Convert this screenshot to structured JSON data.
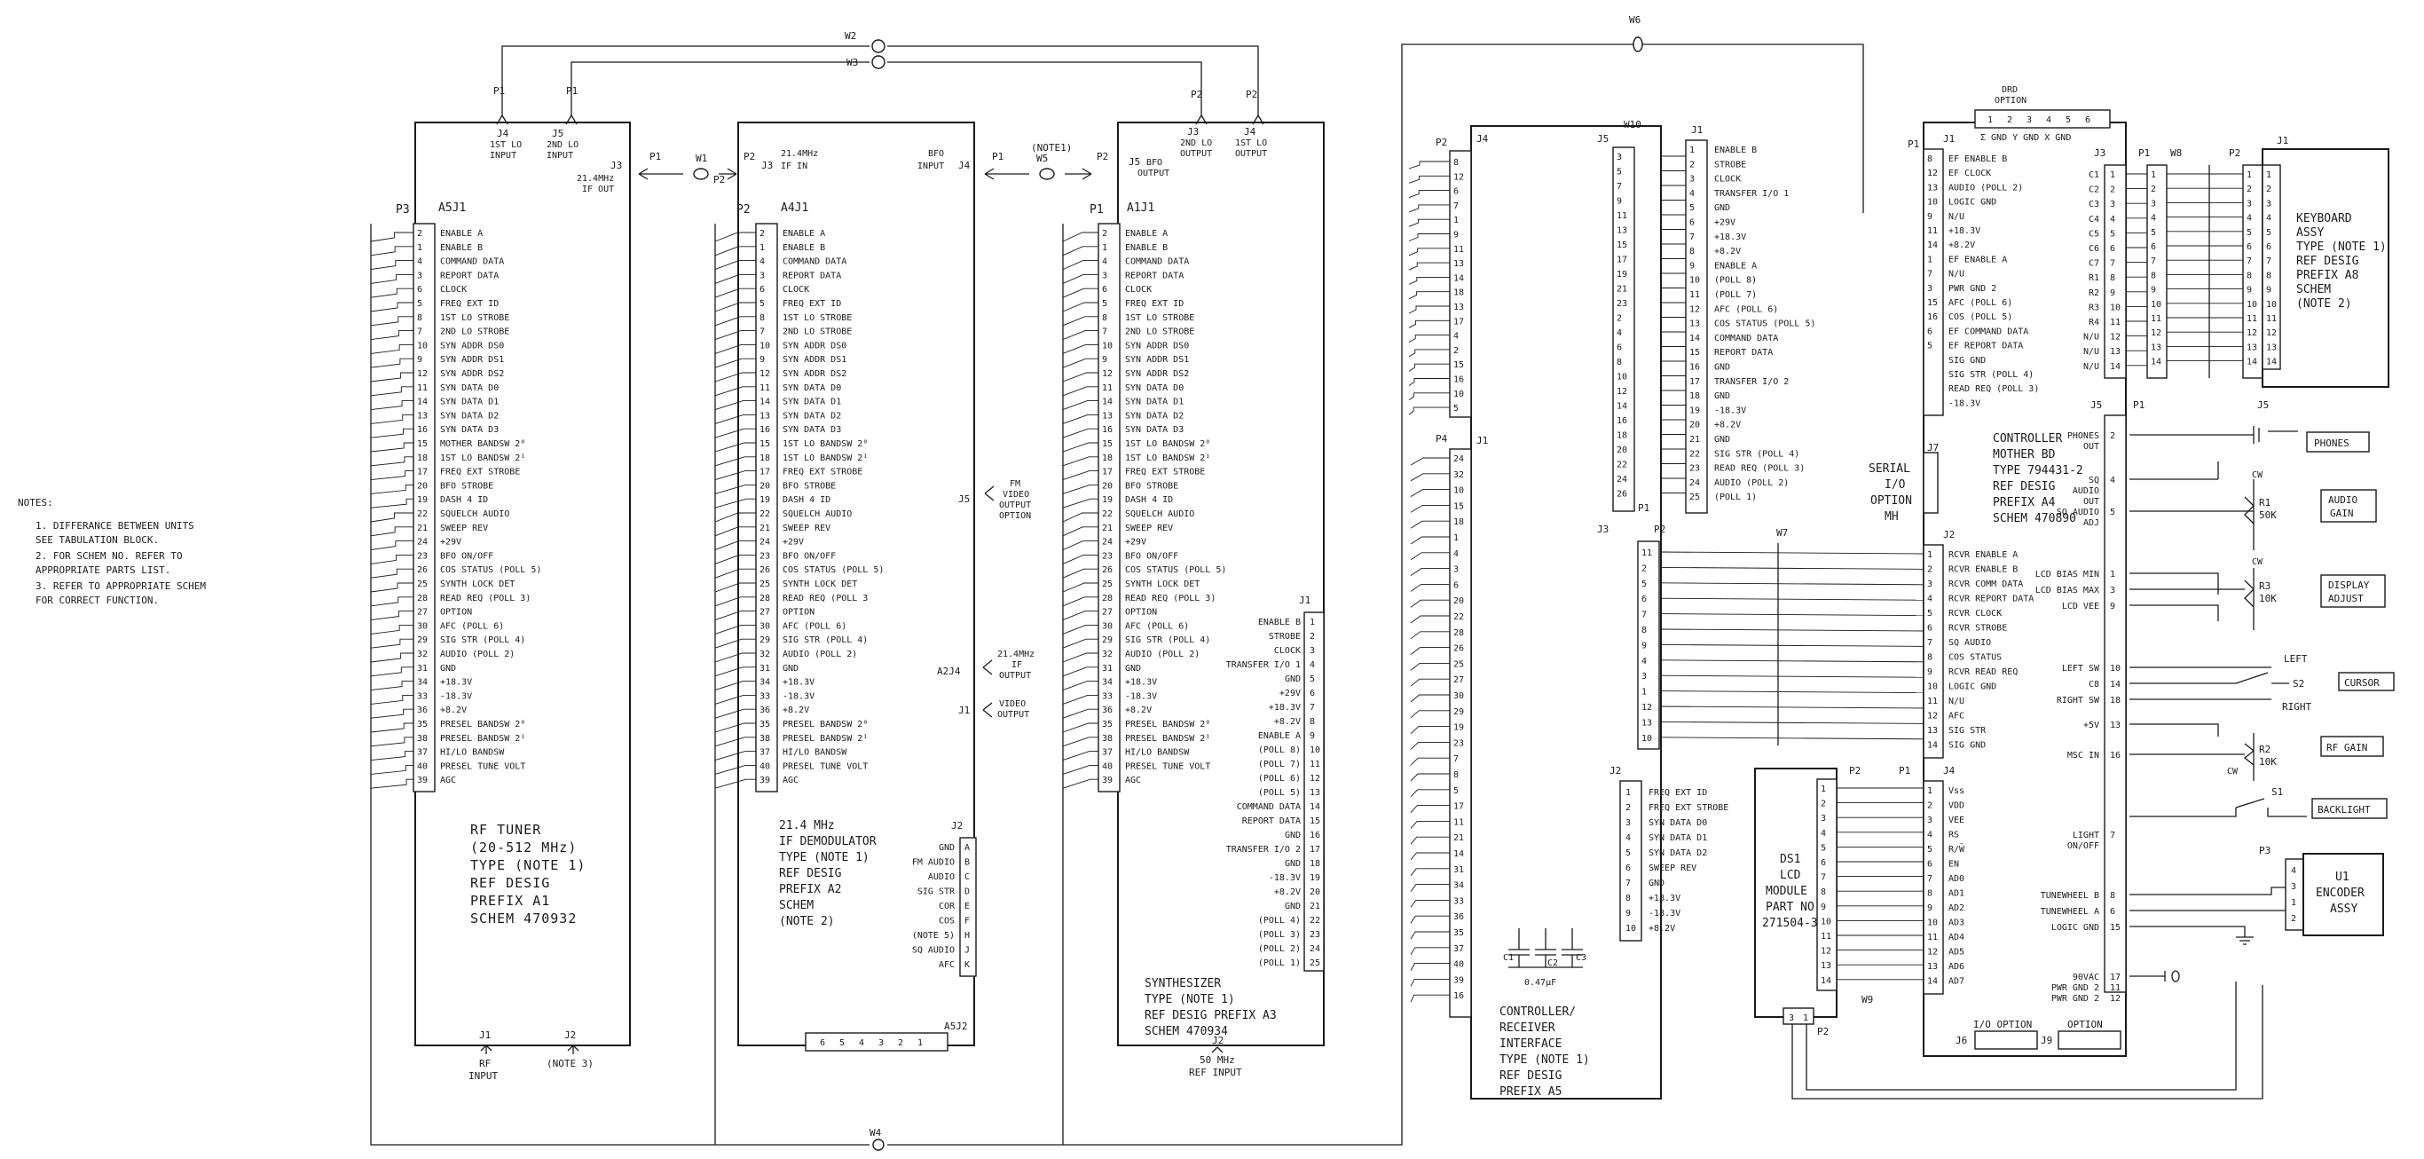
{
  "notes": {
    "heading": "NOTES:",
    "lines": [
      "1. DIFFERANCE BETWEEN UNITS",
      "   SEE TABULATION BLOCK.",
      "2. FOR SCHEM NO. REFER TO",
      "   APPROPRIATE PARTS LIST.",
      "3. REFER TO APPROPRIATE SCHEM",
      "   FOR CORRECT FUNCTION."
    ]
  },
  "wires": {
    "w1": "W1",
    "w2": "W2",
    "w3": "W3",
    "w4": "W4",
    "w5": "W5",
    "w5note": "(NOTE1)",
    "w6": "W6",
    "w7": "W7",
    "w8": "W8",
    "w9": "W9",
    "w10": "W10"
  },
  "rf_tuner": {
    "ref": "A5J1",
    "conn_ref": "P3",
    "top_jacks": [
      {
        "p": "P1",
        "j": "J4",
        "l1": "1ST LO",
        "l2": "INPUT"
      },
      {
        "p": "P1",
        "j": "J5",
        "l1": "2ND LO",
        "l2": "INPUT"
      }
    ],
    "j3": {
      "j": "J3",
      "l1": "21.4MHz",
      "l2": "IF OUT",
      "p": "P1"
    },
    "pins": [
      "2",
      "1",
      "4",
      "3",
      "6",
      "5",
      "8",
      "7",
      "10",
      "9",
      "12",
      "11",
      "14",
      "13",
      "16",
      "15",
      "18",
      "17",
      "20",
      "19",
      "22",
      "21",
      "24",
      "23",
      "26",
      "25",
      "28",
      "27",
      "30",
      "29",
      "32",
      "31",
      "34",
      "33",
      "36",
      "35",
      "38",
      "37",
      "40",
      "39"
    ],
    "signals": [
      "ENABLE A",
      "ENABLE B",
      "COMMAND DATA",
      "REPORT DATA",
      "CLOCK",
      "FREQ EXT ID",
      "1ST LO STROBE",
      "2ND LO STROBE",
      "SYN ADDR DS0",
      "SYN ADDR DS1",
      "SYN ADDR DS2",
      "SYN DATA D0",
      "SYN DATA D1",
      "SYN DATA D2",
      "SYN DATA D3",
      "MOTHER BANDSW 2⁰",
      "1ST LO BANDSW 2¹",
      "FREQ EXT STROBE",
      "BFO STROBE",
      "DASH 4 ID",
      "SQUELCH AUDIO",
      "SWEEP REV",
      "+29V",
      "BFO ON/OFF",
      "COS STATUS (POLL 5)",
      "SYNTH LOCK DET",
      "READ REQ (POLL 3)",
      "OPTION",
      "AFC (POLL 6)",
      "SIG STR (POLL 4)",
      "AUDIO (POLL 2)",
      "GND",
      "+18.3V",
      "-18.3V",
      "+8.2V",
      "PRESEL BANDSW 2⁰",
      "PRESEL BANDSW 2¹",
      "HI/LO BANDSW",
      "PRESEL TUNE VOLT",
      "AGC"
    ],
    "title": [
      "RF TUNER",
      "(20-512 MHz)",
      "TYPE (NOTE 1)",
      "REF DESIG",
      "PREFIX A1",
      "SCHEM 470932"
    ],
    "bottom": {
      "j1": "J1",
      "j1l1": "RF",
      "j1l2": "INPUT",
      "j2": "J2",
      "j2l": "(NOTE 3)"
    }
  },
  "if_demod": {
    "ref": "A4J1",
    "conn_ref": "P2",
    "j3": {
      "p": "P2",
      "j": "J3",
      "l1": "21.4MHz",
      "l2": "IF IN"
    },
    "j4": {
      "l1": "BFO",
      "l2": "INPUT",
      "j": "J4",
      "p": "P1"
    },
    "signals": [
      "ENABLE A",
      "ENABLE B",
      "COMMAND DATA",
      "REPORT DATA",
      "CLOCK",
      "FREQ EXT ID",
      "1ST LO STROBE",
      "2ND LO STROBE",
      "SYN ADDR DS0",
      "SYN ADDR DS1",
      "SYN ADDR DS2",
      "SYN DATA D0",
      "SYN DATA D1",
      "SYN DATA D2",
      "SYN DATA D3",
      "1ST LO BANDSW 2⁰",
      "1ST LO BANDSW 2¹",
      "FREQ EXT STROBE",
      "BFO STROBE",
      "DASH 4 ID",
      "SQUELCH AUDIO",
      "SWEEP REV",
      "+29V",
      "BFO ON/OFF",
      "COS STATUS (POLL 5)",
      "SYNTH LOCK DET",
      "READ REQ (POLL 3",
      "OPTION",
      "AFC (POLL 6)",
      "SIG STR (POLL 4)",
      "AUDIO (POLL 2)",
      "GND",
      "+18.3V",
      "-18.3V",
      "+8.2V",
      "PRESEL BANDSW 2⁰",
      "PRESEL BANDSW 2¹",
      "HI/LO BANDSW",
      "PRESEL TUNE VOLT",
      "AGC"
    ],
    "side_outputs": [
      {
        "j": "J5",
        "l1": "FM",
        "l2": "VIDEO",
        "l3": "OUTPUT",
        "l4": "OPTION"
      },
      {
        "j": "A2J4",
        "l1": "21.4MHz",
        "l2": "IF",
        "l3": "OUTPUT"
      },
      {
        "j": "J1",
        "l1": "VIDEO",
        "l2": "OUTPUT"
      }
    ],
    "title": [
      "21.4 MHz",
      "IF DEMODULATOR",
      "TYPE (NOTE 1)",
      "REF DESIG",
      "PREFIX A2",
      "SCHEM",
      "(NOTE 2)"
    ],
    "j2_ref": "J2",
    "j2_pins": [
      "A",
      "B",
      "C",
      "D",
      "E",
      "F",
      "H",
      "J",
      "K"
    ],
    "j2_labels": [
      "GND",
      "FM AUDIO",
      "AUDIO",
      "SIG STR",
      "COR",
      "COS",
      "(NOTE 5)",
      "SQ AUDIO",
      "AFC"
    ],
    "a5j2_ref": "A5J2",
    "a5j2_pins": [
      "6",
      "5",
      "4",
      "3",
      "2",
      "1"
    ]
  },
  "synth": {
    "ref": "A1J1",
    "conn_ref": "P1",
    "j5": {
      "p": "P2",
      "j": "J5",
      "l1": "BFO",
      "l2": "OUTPUT"
    },
    "top_jacks": [
      {
        "p": "P2",
        "j": "J3",
        "l1": "2ND LO",
        "l2": "OUTPUT"
      },
      {
        "p": "P2",
        "j": "J4",
        "l1": "1ST LO",
        "l2": "OUTPUT"
      }
    ],
    "signals": [
      "ENABLE A",
      "ENABLE B",
      "COMMAND DATA",
      "REPORT DATA",
      "CLOCK",
      "FREQ EXT ID",
      "1ST LO STROBE",
      "2ND LO STROBE",
      "SYN ADDR DS0",
      "SYN ADDR DS1",
      "SYN ADDR DS2",
      "SYN DATA D0",
      "SYN DATA D1",
      "SYN DATA D2",
      "SYN DATA D3",
      "1ST LO BANDSW 2⁰",
      "1ST LO BANDSW 2¹",
      "FREQ EXT STROBE",
      "BFO STROBE",
      "DASH 4 ID",
      "SQUELCH AUDIO",
      "SWEEP REV",
      "+29V",
      "BFO ON/OFF",
      "COS STATUS (POLL 5)",
      "SYNTH LOCK DET",
      "READ REQ (POLL 3)",
      "OPTION",
      "AFC (POLL 6)",
      "SIG STR (POLL 4)",
      "AUDIO (POLL 2)",
      "GND",
      "+18.3V",
      "-18.3V",
      "+8.2V",
      "PRESEL BANDSW 2⁰",
      "PRESEL BANDSW 2¹",
      "HI/LO BANDSW",
      "PRESEL TUNE VOLT",
      "AGC"
    ],
    "j1_ref": "J1",
    "j1_labels": [
      "ENABLE B",
      "STROBE",
      "CLOCK",
      "TRANSFER I/O 1",
      "GND",
      "+29V",
      "+18.3V",
      "+8.2V",
      "ENABLE A",
      "(POLL 8)",
      "(POLL 7)",
      "(POLL 6)",
      "(POLL 5)",
      "COMMAND DATA",
      "REPORT DATA",
      "GND",
      "TRANSFER I/O 2",
      "GND",
      "-18.3V",
      "+8.2V",
      "GND",
      "(POLL 4)",
      "(POLL 3)",
      "(POLL 2)",
      "(POLL 1)"
    ],
    "title": [
      "SYNTHESIZER",
      "TYPE (NOTE 1)",
      "REF DESIG PREFIX A3",
      "SCHEM 470934"
    ],
    "bottom": {
      "j": "J2",
      "l1": "50 MHz",
      "l2": "REF INPUT"
    }
  },
  "interface": {
    "j4": "J4",
    "p2": "P2",
    "j4_pins": [
      "8",
      "12",
      "6",
      "7",
      "1",
      "9",
      "11",
      "13",
      "14",
      "18",
      "13",
      "17",
      "4",
      "2",
      "15",
      "16",
      "10",
      "5"
    ],
    "j1": "J1",
    "p4": "P4",
    "j1_pins": [
      "24",
      "32",
      "10",
      "15",
      "18",
      "1",
      "4",
      "3",
      "6",
      "20",
      "22",
      "28",
      "26",
      "25",
      "27",
      "30",
      "29",
      "19",
      "23",
      "7",
      "8",
      "5",
      "17",
      "11",
      "21",
      "14",
      "31",
      "34",
      "33",
      "36",
      "35",
      "37",
      "40",
      "39",
      "16"
    ],
    "j5": "J5",
    "p1": "P1",
    "j5_pins": [
      "3",
      "5",
      "7",
      "9",
      "11",
      "13",
      "15",
      "17",
      "19",
      "21",
      "23",
      "2",
      "4",
      "6",
      "8",
      "10",
      "12",
      "14",
      "16",
      "18",
      "20",
      "22",
      "24",
      "26"
    ],
    "j1r": "J1",
    "j1r_pins": [
      "1",
      "2",
      "3",
      "4",
      "5",
      "6",
      "7",
      "8",
      "9",
      "10",
      "11",
      "12",
      "13",
      "14",
      "15",
      "16",
      "17",
      "18",
      "19",
      "20",
      "21",
      "22",
      "23",
      "24",
      "25"
    ],
    "j1r_labels": [
      "ENABLE B",
      "STROBE",
      "CLOCK",
      "TRANSFER I/O 1",
      "GND",
      "+29V",
      "+18.3V",
      "+8.2V",
      "ENABLE A",
      "(POLL 8)",
      "(POLL 7)",
      "AFC (POLL 6)",
      "COS STATUS (POLL 5)",
      "COMMAND DATA",
      "REPORT DATA",
      "GND",
      "TRANSFER I/O 2",
      "GND",
      "-18.3V",
      "+8.2V",
      "GND",
      "SIG STR (POLL 4)",
      "READ REQ (POLL 3)",
      "AUDIO (POLL 2)",
      "(POLL 1)"
    ],
    "j3": "J3",
    "p2b": "P2",
    "j3_pins": [
      "11",
      "2",
      "5",
      "6",
      "7",
      "8",
      "9",
      "4",
      "3",
      "1",
      "12",
      "13",
      "10"
    ],
    "j2": "J2",
    "j2_pins": [
      "1",
      "2",
      "3",
      "4",
      "5",
      "6",
      "7",
      "8",
      "9",
      "10"
    ],
    "j2_labels": [
      "FREQ EXT ID",
      "FREQ EXT STROBE",
      "SYN DATA D0",
      "SYN DATA D1",
      "SYN DATA D2",
      "SWEEP REV",
      "GND",
      "+18.3V",
      "-18.3V",
      "+8.2V"
    ],
    "caps": [
      "C1",
      "C2",
      "C3"
    ],
    "cap_value": "0.47µF",
    "title": [
      "CONTROLLER/",
      "RECEIVER",
      "INTERFACE",
      "TYPE (NOTE 1)",
      "REF DESIG",
      "PREFIX A5"
    ]
  },
  "lcd": {
    "title": [
      "DS1",
      "LCD",
      "MODULE",
      "PART NO.",
      "271504-3"
    ],
    "p2": "P2",
    "p1": "P1",
    "pins": [
      "1",
      "2",
      "3",
      "4",
      "5",
      "6",
      "7",
      "8",
      "9",
      "10",
      "11",
      "12",
      "13",
      "14"
    ],
    "plug": [
      "3",
      "1"
    ],
    "plug_ref": "P2"
  },
  "mother": {
    "drd": {
      "title": "DRD",
      "sub": "OPTION",
      "pins": [
        "1",
        "2",
        "3",
        "4",
        "5",
        "6"
      ],
      "legend": "Σ GND Y GND X GND"
    },
    "p1": "P1",
    "j1": "J1",
    "j1_pins": [
      "8",
      "12",
      "13",
      "10",
      "9",
      "11",
      "14",
      "1",
      "7",
      "3",
      "15",
      "16",
      "6",
      "5"
    ],
    "j1_labels": [
      "EF ENABLE B",
      "EF CLOCK",
      "AUDIO (POLL 2)",
      "LOGIC GND",
      "N/U",
      "+18.3V",
      "+8.2V",
      "EF ENABLE A",
      "N/U",
      "PWR GND 2",
      "AFC (POLL 6)",
      "COS (POLL 5)",
      "EF COMMAND DATA",
      "EF REPORT DATA",
      "SIG GND",
      "SIG STR (POLL 4)",
      "READ REQ (POLL 3)",
      "-18.3V"
    ],
    "title": [
      "CONTROLLER",
      "MOTHER BD",
      "TYPE 794431-2",
      "REF DESIG",
      "PREFIX A4",
      "SCHEM 470890"
    ],
    "serial": [
      "SERIAL",
      "I/O",
      "OPTION",
      "MH"
    ],
    "j7": "J7",
    "j2": "J2",
    "j2_pins": [
      "1",
      "2",
      "3",
      "4",
      "5",
      "6",
      "7",
      "8",
      "9",
      "10",
      "11",
      "12",
      "13",
      "14"
    ],
    "j2_labels": [
      "RCVR ENABLE A",
      "RCVR ENABLE B",
      "RCVR COMM DATA",
      "RCVR REPORT DATA",
      "RCVR CLOCK",
      "RCVR STROBE",
      "SQ AUDIO",
      "COS STATUS",
      "RCVR READ REQ",
      "LOGIC GND",
      "N/U",
      "AFC",
      "SIG STR",
      "SIG GND"
    ],
    "j4": "J4",
    "j4_pins": [
      "1",
      "2",
      "3",
      "4",
      "5",
      "6",
      "7",
      "8",
      "9",
      "10",
      "11",
      "12",
      "13",
      "14"
    ],
    "j4_labels": [
      "Vss",
      "VDD",
      "VEE",
      "RS",
      "R/W̄",
      "EN",
      "AD0",
      "AD1",
      "AD2",
      "AD3",
      "AD4",
      "AD5",
      "AD6",
      "AD7"
    ],
    "j3": "J3",
    "j3_labels": [
      "C1",
      "C2",
      "C3",
      "C4",
      "C5",
      "C6",
      "C7",
      "R1",
      "R2",
      "R3",
      "R4",
      "N/U",
      "N/U",
      "N/U"
    ],
    "j3_pins": [
      "1",
      "2",
      "3",
      "4",
      "5",
      "6",
      "7",
      "8",
      "9",
      "10",
      "11",
      "12",
      "13",
      "14"
    ],
    "j5": "J5",
    "j5_right": [
      {
        "l": "PHONES",
        "l2": "OUT",
        "p": "2"
      },
      {
        "l": "SQ",
        "l2": "AUDIO",
        "l3": "OUT",
        "p": "4"
      },
      {
        "l": "SQ AUDIO",
        "l2": "ADJ",
        "p": "5"
      },
      {
        "l": "LCD BIAS MIN",
        "p": "1"
      },
      {
        "l": "LCD BIAS MAX",
        "p": "3"
      },
      {
        "l": "LCD VEE",
        "p": "9"
      },
      {
        "l": "LEFT SW",
        "p": "10"
      },
      {
        "l": "C8",
        "p": "14"
      },
      {
        "l": "RIGHT SW",
        "p": "18"
      },
      {
        "l": "+5V",
        "p": "13"
      },
      {
        "l": "MSC IN",
        "p": "16"
      },
      {
        "l": "LIGHT",
        "l2": "ON/OFF",
        "p": "7"
      },
      {
        "l": "TUNEWHEEL B",
        "p": "8"
      },
      {
        "l": "TUNEWHEEL A",
        "p": "6"
      },
      {
        "l": "LOGIC GND",
        "p": "15"
      },
      {
        "l": "90VAC",
        "p": "17"
      },
      {
        "l": "PWR GND 2",
        "p": "11"
      },
      {
        "l": "PWR GND 2",
        "p": "12"
      }
    ],
    "j6": "J6",
    "j6l": "I/O OPTION",
    "j9": "J9",
    "j9l": "OPTION",
    "p1k": "P1"
  },
  "keyboard": {
    "p2": "P2",
    "j1": "J1",
    "pins": [
      "1",
      "2",
      "3",
      "4",
      "5",
      "6",
      "7",
      "8",
      "9",
      "10",
      "11",
      "12",
      "13",
      "14"
    ],
    "title": [
      "KEYBOARD",
      "ASSY",
      "TYPE (NOTE 1)",
      "REF DESIG",
      "PREFIX A8",
      "SCHEM",
      "(NOTE 2)"
    ]
  },
  "panel": {
    "j5": "J5",
    "phones": "PHONES",
    "audio_gain": [
      "AUDIO",
      "GAIN"
    ],
    "r1": [
      "R1",
      "50K"
    ],
    "cw1": "CW",
    "display": [
      "DISPLAY",
      "ADJUST"
    ],
    "r3": [
      "R3",
      "10K"
    ],
    "cw3": "CW",
    "left": "LEFT",
    "s2": "S2",
    "right": "RIGHT",
    "cursor": "CURSOR",
    "rf_gain": "RF GAIN",
    "r2": [
      "R2",
      "10K"
    ],
    "cw2": "CW",
    "s1": "S1",
    "backlight": "BACKLIGHT",
    "encoder": {
      "p3": "P3",
      "title": [
        "U1",
        "ENCODER",
        "ASSY"
      ],
      "pins": [
        "4",
        "3",
        "1",
        "2"
      ]
    }
  }
}
